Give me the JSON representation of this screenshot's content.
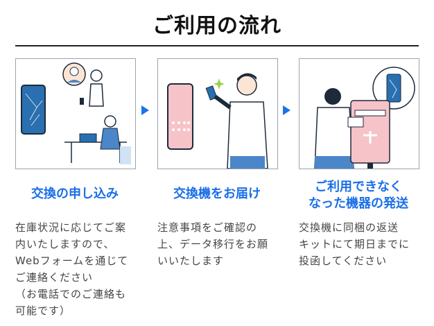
{
  "title": "ご利用の流れ",
  "steps": [
    {
      "title": "交換の申し込み",
      "description": "在庫状況に応じてご案\n内いたしますので、\nWebフォームを通じて\nご連絡ください\n（お電話でのご連絡も\n可能です）"
    },
    {
      "title": "交換機をお届け",
      "description": "注意事項をご確認の\n上、データ移行をお願\nいいたします"
    },
    {
      "title": "ご利用できなく\nなった機器の発送",
      "description": "交換機に同梱の返送\nキットにて期日までに\n投函してください"
    }
  ],
  "colors": {
    "accent": "#1a6ee8",
    "text": "#444444"
  }
}
